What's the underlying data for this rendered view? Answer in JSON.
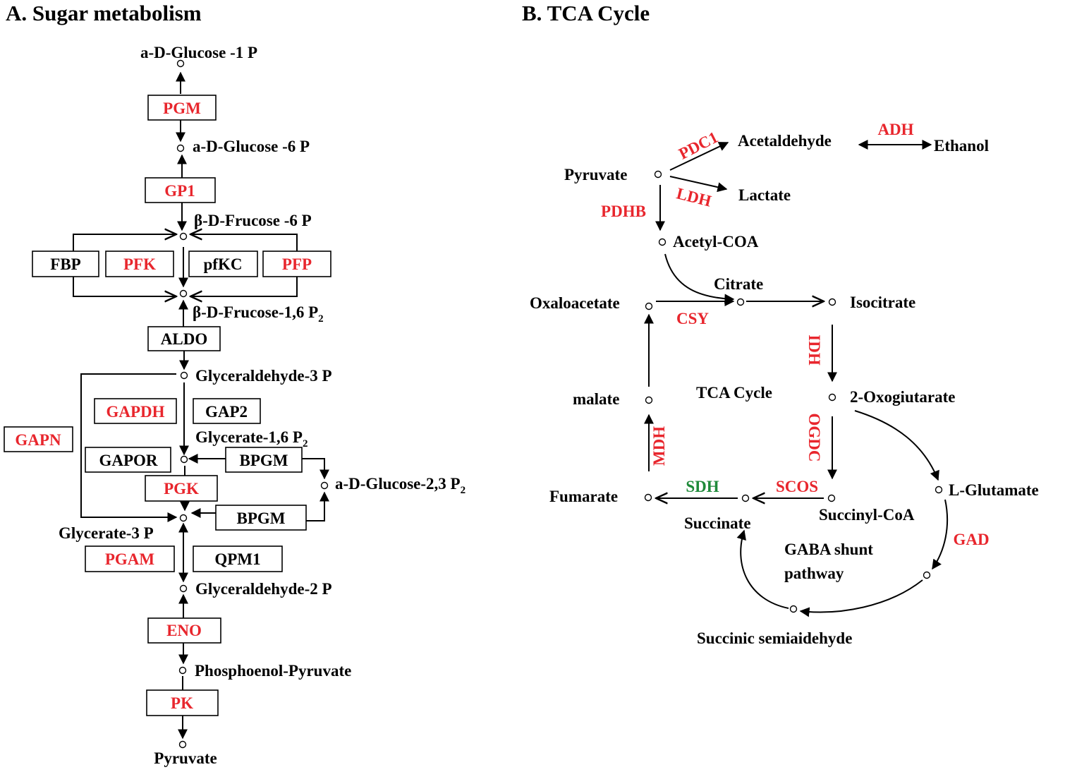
{
  "panel_a": {
    "title": "A. Sugar metabolism",
    "metabolites": {
      "glucose_1p": "a-D-Glucose -1 P",
      "glucose_6p": "a-D-Glucose -6 P",
      "fructose_6p": "β-D-Frucose -6 P",
      "fructose_16p2": "β-D-Frucose-1,6 P",
      "glyceraldehyde_3p": "Glyceraldehyde-3 P",
      "glycerate_16p2": "Glycerate-1,6 P",
      "glucose_23p2": "a-D-Glucose-2,3 P",
      "glycerate_3p": "Glycerate-3 P",
      "glyceraldehyde_2p": "Glyceraldehyde-2 P",
      "phosphoenol_pyruvate": "Phosphoenol-Pyruvate",
      "pyruvate": "Pyruvate",
      "subscript_2": "2"
    },
    "enzymes": {
      "pgm": "PGM",
      "gp1": "GP1",
      "fbp": "FBP",
      "pfk": "PFK",
      "pfkc": "pfKC",
      "pfp": "PFP",
      "aldo": "ALDO",
      "gapdh": "GAPDH",
      "gap2": "GAP2",
      "gapn": "GAPN",
      "gapor": "GAPOR",
      "bpgm": "BPGM",
      "pgk": "PGK",
      "bpgm2": "BPGM",
      "pgam": "PGAM",
      "qpm1": "QPM1",
      "eno": "ENO",
      "pk": "PK"
    }
  },
  "panel_b": {
    "title": "B. TCA Cycle",
    "metabolites": {
      "pyruvate": "Pyruvate",
      "acetaldehyde": "Acetaldehyde",
      "ethanol": "Ethanol",
      "lactate": "Lactate",
      "acetyl_coa": "Acetyl-COA",
      "citrate": "Citrate",
      "oxaloacetate": "Oxaloacetate",
      "isocitrate": "Isocitrate",
      "malate": "malate",
      "tca_cycle": "TCA Cycle",
      "oxoglutarate": "2-Oxogiutarate",
      "fumarate": "Fumarate",
      "succinate": "Succinate",
      "succinyl_coa": "Succinyl-CoA",
      "glutamate": "L-Glutamate",
      "gaba_shunt_1": "GABA shunt",
      "gaba_shunt_2": "pathway",
      "succinic_semialdehyde": "Succinic semiaidehyde"
    },
    "enzymes": {
      "pdc1": "PDC1",
      "adh": "ADH",
      "ldh": "LDH",
      "pdhb": "PDHB",
      "csy": "CSY",
      "idh": "IDH",
      "ogdc": "OGDC",
      "mdh": "MDH",
      "sdh": "SDH",
      "scos": "SCOS",
      "gad": "GAD"
    }
  },
  "colors": {
    "highlight_red": "#e8262d",
    "highlight_green": "#1f8a3a",
    "line": "#000000"
  }
}
